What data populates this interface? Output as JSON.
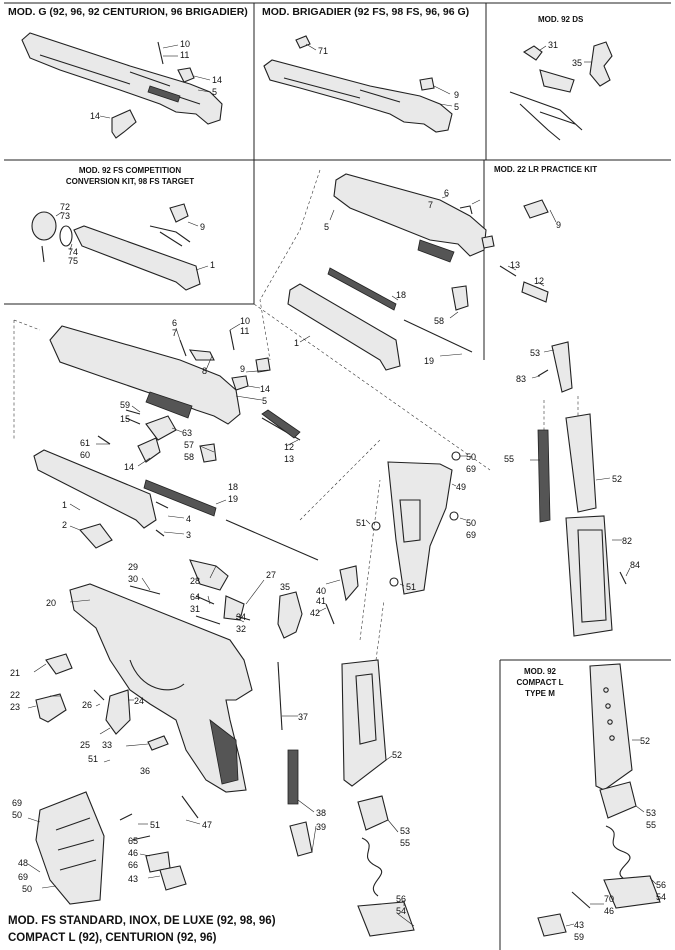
{
  "panels": {
    "mod_g": "MOD. G (92, 96, 92 CENTURION, 96 BRIGADIER)",
    "mod_brigadier": "MOD. BRIGADIER (92 FS, 98 FS, 96, 96 G)",
    "mod_92ds": "MOD. 92 DS",
    "mod_competition_line1": "MOD. 92 FS COMPETITION",
    "mod_competition_line2": "CONVERSION KIT, 98 FS TARGET",
    "mod_22lr": "MOD. 22 LR PRACTICE KIT",
    "mod_compact_l_line1": "MOD. 92",
    "mod_compact_l_line2": "COMPACT L",
    "mod_compact_l_line3": "TYPE M",
    "footer_line1": "MOD. FS STANDARD, INOX, DE LUXE (92, 98, 96)",
    "footer_line2": "COMPACT L (92), CENTURION (92, 96)"
  },
  "callouts": {
    "g_10": "10",
    "g_11": "11",
    "g_14a": "14",
    "g_5": "5",
    "g_14b": "14",
    "b_71": "71",
    "b_9": "9",
    "b_5": "5",
    "ds_31": "31",
    "ds_35": "35",
    "c_72": "72",
    "c_73": "73",
    "c_74": "74",
    "c_75": "75",
    "c_9": "9",
    "c_1": "1",
    "p_6": "6",
    "p_7": "7",
    "p_9": "9",
    "p_5": "5",
    "p_13": "13",
    "p_12": "12",
    "p_18": "18",
    "p_58": "58",
    "p_1": "1",
    "p_19": "19",
    "m_6": "6",
    "m_7": "7",
    "m_10": "10",
    "m_11": "11",
    "m_8": "8",
    "m_9": "9",
    "m_14": "14",
    "m_5": "5",
    "m_59": "59",
    "m_15": "15",
    "m_63": "63",
    "m_61": "61",
    "m_60": "60",
    "m_57": "57",
    "m_58": "58",
    "m_12": "12",
    "m_13": "13",
    "m_14b": "14",
    "m_18": "18",
    "m_19": "19",
    "m_1": "1",
    "m_4": "4",
    "m_3": "3",
    "m_2": "2",
    "m_29": "29",
    "m_30": "30",
    "m_28": "28",
    "m_27": "27",
    "m_35": "35",
    "m_64": "64",
    "m_31": "31",
    "m_34": "34",
    "m_32": "32",
    "m_20": "20",
    "m_40": "40",
    "m_41": "41",
    "m_42": "42",
    "m_21": "21",
    "m_22": "22",
    "m_23": "23",
    "m_26": "26",
    "m_24": "24",
    "m_25": "25",
    "m_33": "33",
    "m_51a": "51",
    "m_36": "36",
    "m_37": "37",
    "m_38": "38",
    "m_39": "39",
    "m_69a": "69",
    "m_50a": "50",
    "m_51b": "51",
    "m_65": "65",
    "m_46": "46",
    "m_66": "66",
    "m_43": "43",
    "m_47": "47",
    "m_48": "48",
    "m_69b": "69",
    "m_50b": "50",
    "m_52": "52",
    "m_53": "53",
    "m_55": "55",
    "m_56": "56",
    "m_54": "54",
    "r_50a": "50",
    "r_69a": "69",
    "r_49": "49",
    "r_51a": "51",
    "r_50b": "50",
    "r_69b": "69",
    "r_51b": "51",
    "r_53": "53",
    "r_83": "83",
    "r_55": "55",
    "r_52": "52",
    "r_82": "82",
    "r_84": "84",
    "k_52": "52",
    "k_53": "53",
    "k_55": "55",
    "k_56": "56",
    "k_54": "54",
    "k_70": "70",
    "k_46": "46",
    "k_43": "43",
    "k_59": "59"
  }
}
